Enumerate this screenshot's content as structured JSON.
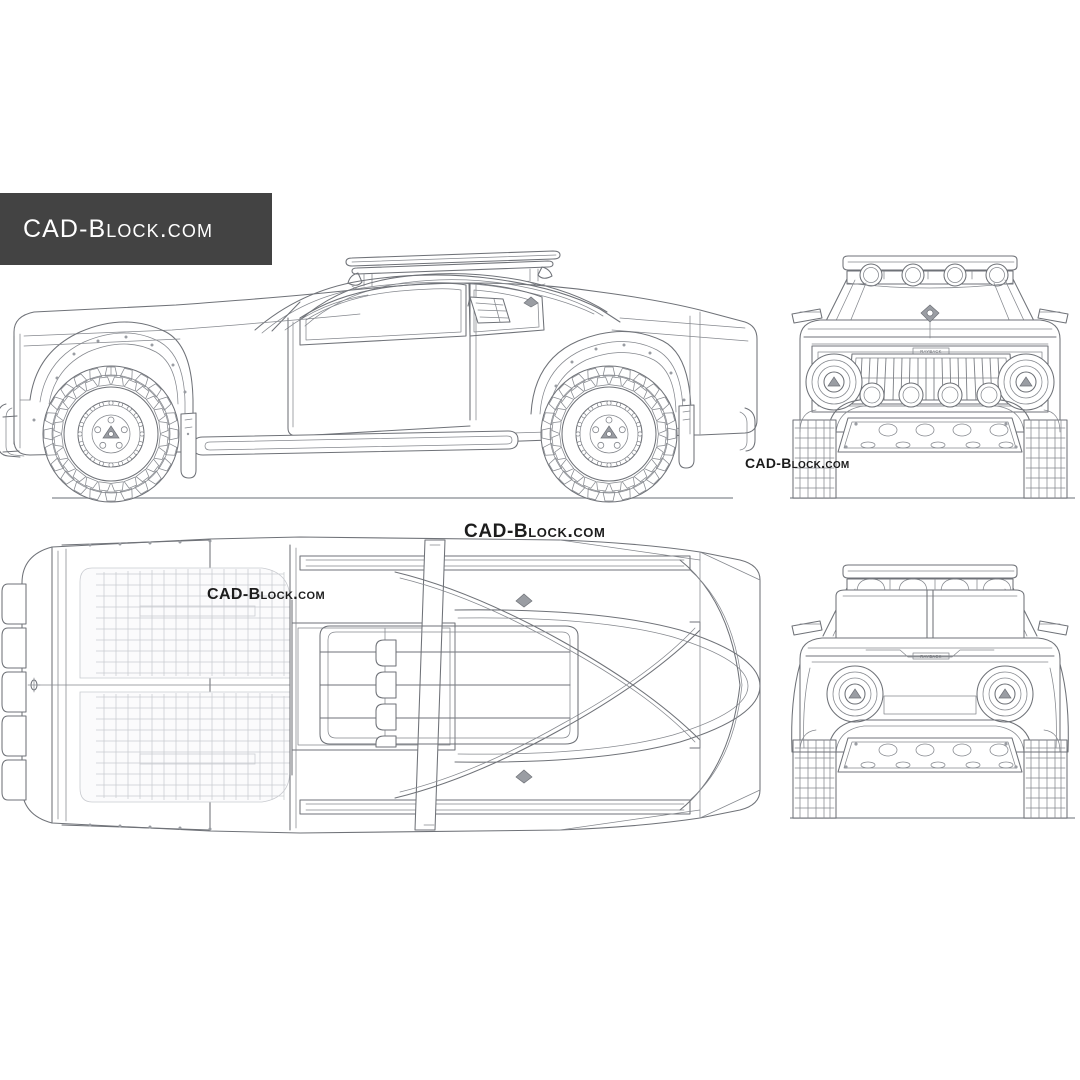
{
  "document": {
    "type": "cad-blueprint",
    "subject": "Off-road sports car (Rally / Baja build)",
    "background_color": "#ffffff",
    "line_color": "#6f7278",
    "accent_color": "#434343"
  },
  "logo": {
    "text": "CAD-Block.com",
    "background_color": "#434343",
    "text_color": "#ffffff"
  },
  "watermarks": [
    {
      "id": "center",
      "text": "CAD-Block.com"
    },
    {
      "id": "top-view",
      "text": "CAD-Block.com"
    },
    {
      "id": "front-view",
      "text": "CAD-Block.com"
    }
  ],
  "views": [
    {
      "id": "side-view",
      "label": "Side elevation",
      "position": "top-left",
      "features": [
        "roof rack",
        "roll cage",
        "side mirror",
        "rock slider",
        "fender flares with bolt rivets",
        "beadlock off-road wheels",
        "knobby all-terrain tyres",
        "mud flap",
        "body side badge"
      ],
      "wheel_count": 2
    },
    {
      "id": "front-view",
      "label": "Front elevation",
      "position": "top-right",
      "features": [
        "roof light bar with 4 round lamps",
        "A-pillar light bar mounts",
        "vertical slat grille",
        "round headlights",
        "4 auxiliary fog lamps on bull bar",
        "bull bar",
        "front skid plate with lightening holes",
        "hood emblem",
        "side mirrors"
      ],
      "roof_lamp_count": 4,
      "fog_lamp_count": 4,
      "skid_plate_hole_count": 4,
      "grille_badge_text": "RAYBACK"
    },
    {
      "id": "top-view",
      "label": "Plan / top view",
      "position": "bottom-left",
      "features": [
        "perforated mesh hood panels",
        "hood pin",
        "roof rack rails",
        "exterior roll cage bars",
        "windshield",
        "roof panel",
        "rear deck",
        "side exhaust outlets",
        "body badges"
      ],
      "hood_panel_count": 2
    },
    {
      "id": "rear-view",
      "label": "Rear elevation",
      "position": "bottom-right",
      "features": [
        "roof light bar rear profile",
        "rear window with centre bar",
        "round tail lights",
        "rear bumper skid plate with holes",
        "rear tow hoops",
        "trunk badge"
      ],
      "tail_lamp_count": 2,
      "skid_plate_hole_count": 4,
      "badge_text": "RAYBACK"
    }
  ]
}
